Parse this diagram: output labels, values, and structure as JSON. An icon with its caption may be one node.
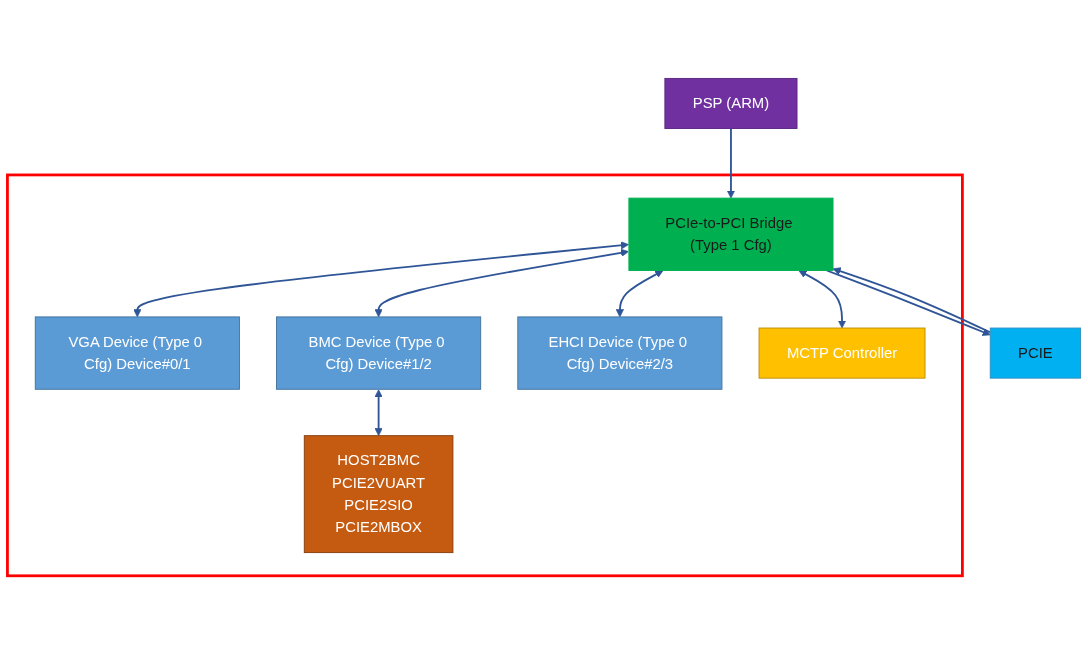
{
  "diagram": {
    "nodes": [
      {
        "text": [
          "PSP (ARM)"
        ]
      },
      {
        "text": [
          "PCIE"
        ]
      },
      {
        "text": [],
        "shape": "box"
      },
      {
        "text": [
          "PCIe-to-PCI Bridge (Type 1 Cfg)"
        ],
        "in": 2
      },
      {
        "text": [
          "VGA Device (Type 0 Cfg) Device#0/1"
        ],
        "in": 2
      },
      {
        "text": [
          "BMC Device (Type 0 Cfg) Device#1/2"
        ],
        "in": 2
      },
      {
        "text": [
          "EHCI Device (Type 0 Cfg) Device#2/3"
        ],
        "in": 2
      },
      {
        "text": [
          "MCTP Controller"
        ],
        "in": 2
      },
      {
        "text": [
          "HOST2BMC",
          "PCIE2VUART",
          "PCIE2SIO",
          "PCIE2MBOX"
        ],
        "in": 2
      }
    ],
    "edges": [
      {
        "from": 0,
        "to": 3,
        "arrow": "to"
      },
      {
        "from": 1,
        "to": 3,
        "arrow": "to"
      },
      {
        "from": 3,
        "to": 1,
        "arrow": "to"
      },
      {
        "from": 3,
        "to": 4,
        "arrow": "both"
      },
      {
        "from": 3,
        "to": 5,
        "arrow": "both"
      },
      {
        "from": 3,
        "to": 6,
        "arrow": "both"
      },
      {
        "from": 3,
        "to": 7,
        "arrow": "both"
      },
      {
        "from": 5,
        "to": 8,
        "arrow": "both"
      }
    ]
  }
}
